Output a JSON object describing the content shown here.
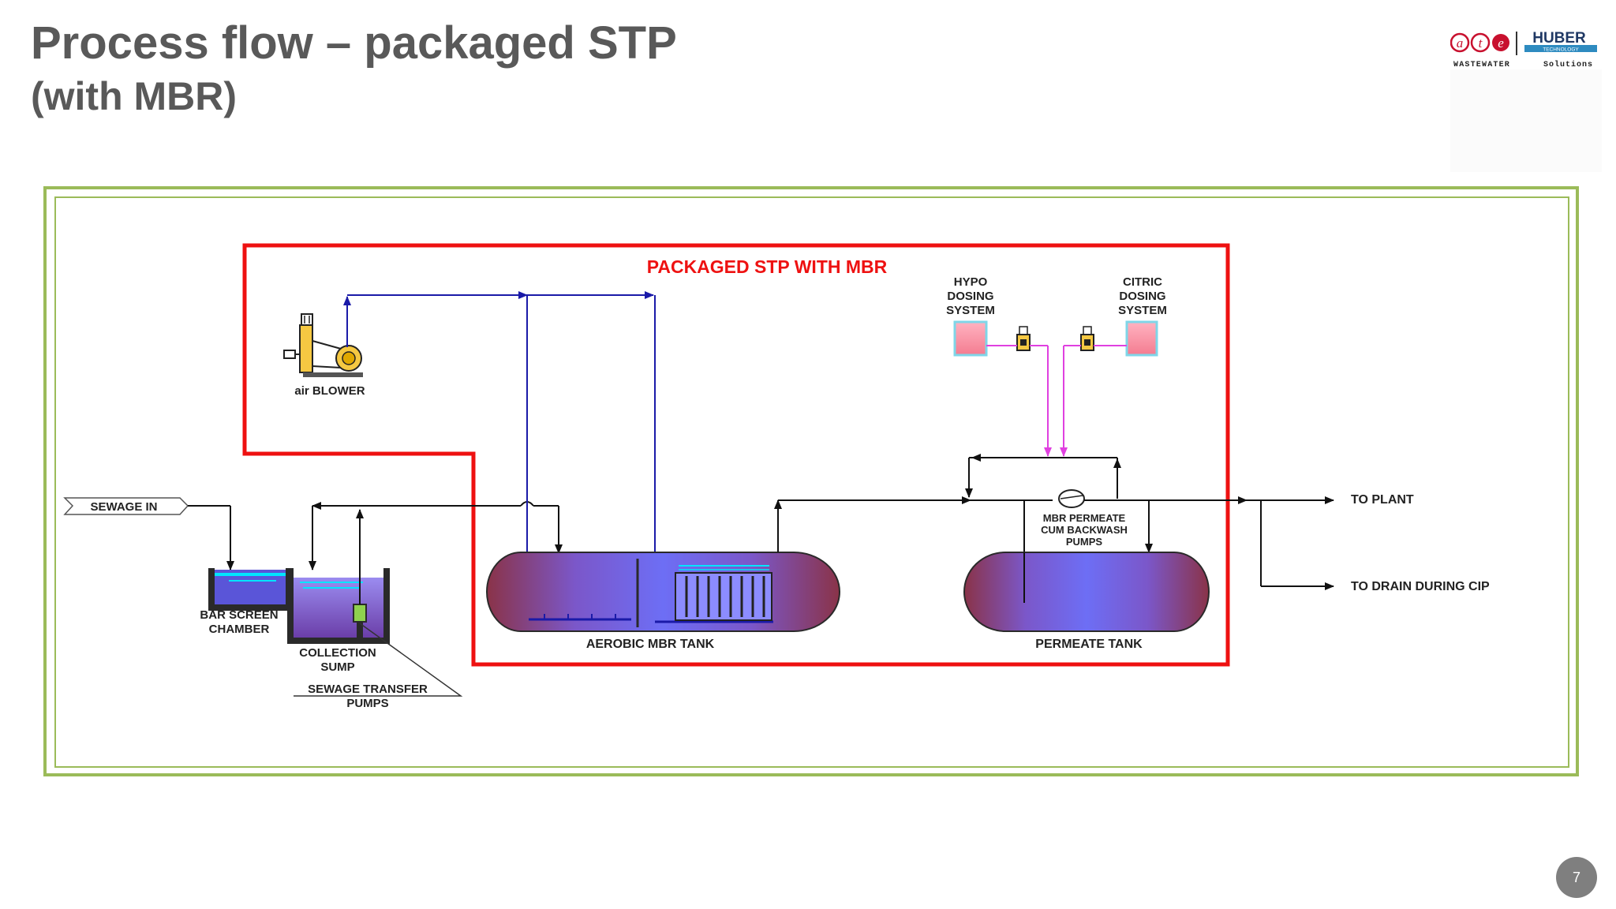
{
  "slide": {
    "title": "Process flow – packaged STP",
    "subtitle": "(with MBR)",
    "page_number": "7"
  },
  "logo": {
    "ate": "ate",
    "huber": "HUBER",
    "technology": "TECHNOLOGY",
    "wastewater": "WASTEWATER",
    "solutions": "Solutions"
  },
  "diagram": {
    "package_label": "PACKAGED STP WITH MBR",
    "sewage_in": "SEWAGE IN",
    "air_blower": "air BLOWER",
    "bar_screen": [
      "BAR SCREEN",
      "CHAMBER"
    ],
    "collection_sump": [
      "COLLECTION",
      "SUMP"
    ],
    "transfer_pumps": [
      "SEWAGE TRANSFER",
      "PUMPS"
    ],
    "aerobic_tank": "AEROBIC MBR TANK",
    "permeate_tank": "PERMEATE TANK",
    "hypo": [
      "HYPO",
      "DOSING",
      "SYSTEM"
    ],
    "citric": [
      "CITRIC",
      "DOSING",
      "SYSTEM"
    ],
    "mbr_pumps": [
      "MBR PERMEATE",
      "CUM BACKWASH",
      "PUMPS"
    ],
    "to_plant": "TO PLANT",
    "to_drain": "TO DRAIN DURING CIP"
  },
  "colors": {
    "title": "#595959",
    "frame": "#9bbb59",
    "package_boundary": "#ee1111",
    "air_line": "#1a1aa8",
    "dosing_line": "#e040e0",
    "page_badge": "#7f7f7f"
  }
}
